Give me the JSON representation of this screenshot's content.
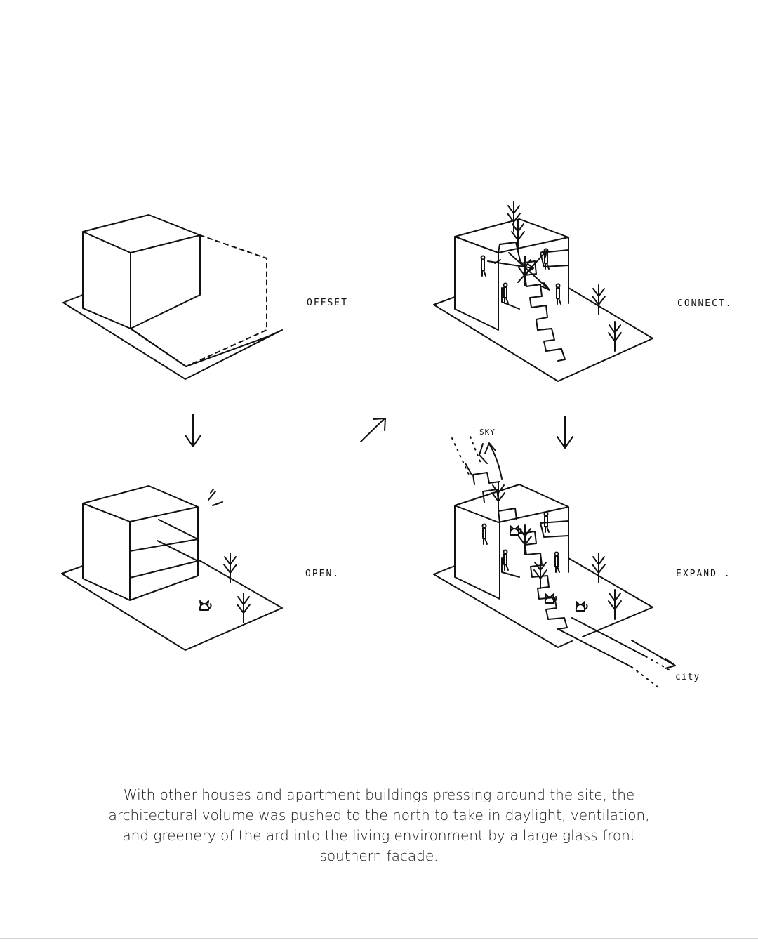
{
  "steps": {
    "offset": "OFFSET",
    "connect": "CONNECT.",
    "open": "OPEN.",
    "expand": "EXPAND ."
  },
  "annotations": {
    "sky": "SKY",
    "city": "city"
  },
  "caption": "With other houses and apartment buildings pressing around the site, the architectural volume was pushed to the north to take in daylight, ventilation, and greenery of the  ard into the living environment by a large glass front southern facade.",
  "icons": [
    "arrow-down-icon",
    "arrow-diagonal-icon",
    "cat-icon",
    "tree-icon",
    "person-icon",
    "sun-ray-icon"
  ]
}
